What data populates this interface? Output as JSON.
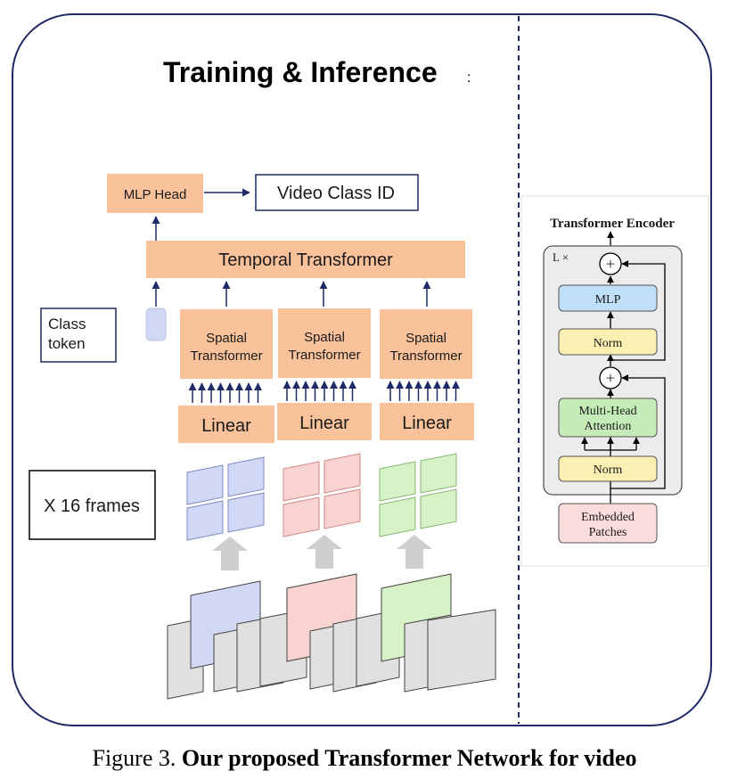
{
  "training": {
    "title": "Training & Inference",
    "title_suffix": ":",
    "mlp_head": "MLP Head",
    "video_class_id": "Video Class ID",
    "temporal_transformer": "Temporal Transformer",
    "class_token": [
      "Class",
      "token"
    ],
    "spatial_transformer": [
      "Spatial",
      "Transformer"
    ],
    "linear": "Linear",
    "frames_label": "X 16 frames"
  },
  "encoder": {
    "title": "Transformer Encoder",
    "repeat_label": "L ×",
    "plus_symbol": "+",
    "mlp": "MLP",
    "norm": "Norm",
    "attention": [
      "Multi-Head",
      "Attention"
    ],
    "embedded": [
      "Embedded",
      "Patches"
    ]
  },
  "caption": {
    "prefix": "Figure 3.",
    "title": "Our proposed Transformer Network for video"
  },
  "colors": {
    "orange_box": "#f9c29b",
    "blue_tile": "#d0d8f5",
    "pink_tile": "#f8d3d0",
    "green_tile": "#d8f2c8",
    "gray_frame": "#e0e0e0",
    "arrow_navy": "#1f2a66",
    "mlp_blue": "#bfe0f8",
    "norm_yellow": "#fbefb2",
    "attn_green": "#c5ecb8",
    "embed_pink": "#fbdcdc"
  }
}
